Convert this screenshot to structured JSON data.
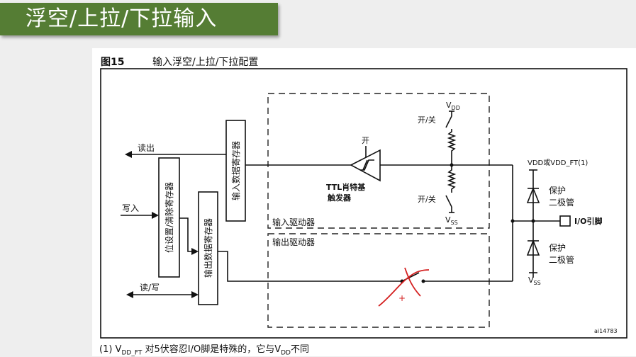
{
  "slide_title": "浮空/上拉/下拉输入",
  "figure": {
    "label": "图15",
    "title": "输入浮空/上拉/下拉配置",
    "id_code": "ai14783"
  },
  "blocks": {
    "input_data_register": "输入数据寄存器",
    "bit_set_reset_register": "位设置/清除寄存器",
    "output_data_register": "输出数据寄存器",
    "input_driver": "输入驱动器",
    "output_driver": "输出驱动器",
    "schmitt_line1": "TTL肖特基",
    "schmitt_line2": "触发器",
    "schmitt_on": "开"
  },
  "signals": {
    "read": "读出",
    "write": "写入",
    "read_write": "读/写",
    "switch_top": "开/关",
    "switch_bottom": "开/关",
    "vdd_top": "V",
    "vdd_top_sub": "DD",
    "vss_mid": "V",
    "vss_mid_sub": "SS",
    "vdd_or_ft": "VDD或VDD_FT(1)",
    "diode_top_1": "保护",
    "diode_top_2": "二极管",
    "diode_bottom_1": "保护",
    "diode_bottom_2": "二极管",
    "vss_bottom": "V",
    "vss_bottom_sub": "SS",
    "io_pin": "I/O引脚"
  },
  "footnote": {
    "prefix": "(1) V",
    "sub1": "DD_FT",
    "middle": " 对5伏容忍I/O脚是特殊的，它与V",
    "sub2": "DD",
    "suffix": "不同"
  },
  "colors": {
    "title_bg": "#557d34",
    "annotation_red": "#d42020"
  }
}
